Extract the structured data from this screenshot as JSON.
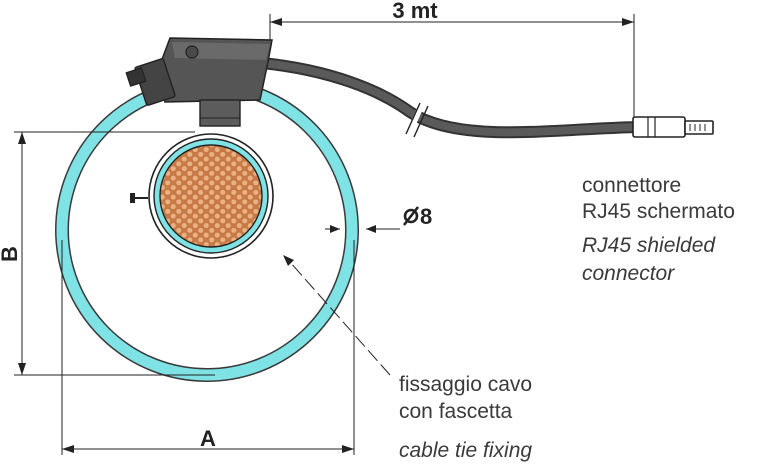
{
  "dimensions": {
    "cable_length": "3 mt",
    "diameter_label": "8",
    "width_label": "A",
    "height_label": "B"
  },
  "labels": {
    "connector_it_line1": "connettore",
    "connector_it_line2": "RJ45 schermato",
    "connector_en_line1": "RJ45 shielded",
    "connector_en_line2": "connector",
    "fixing_it_line1": "fissaggio cavo",
    "fixing_it_line2": "con fascetta",
    "fixing_en": "cable tie fixing"
  },
  "colors": {
    "coil": "#7fe3e6",
    "conductor": "#e0a06c",
    "housing": "#555555",
    "cable": "#4a4a4a"
  }
}
